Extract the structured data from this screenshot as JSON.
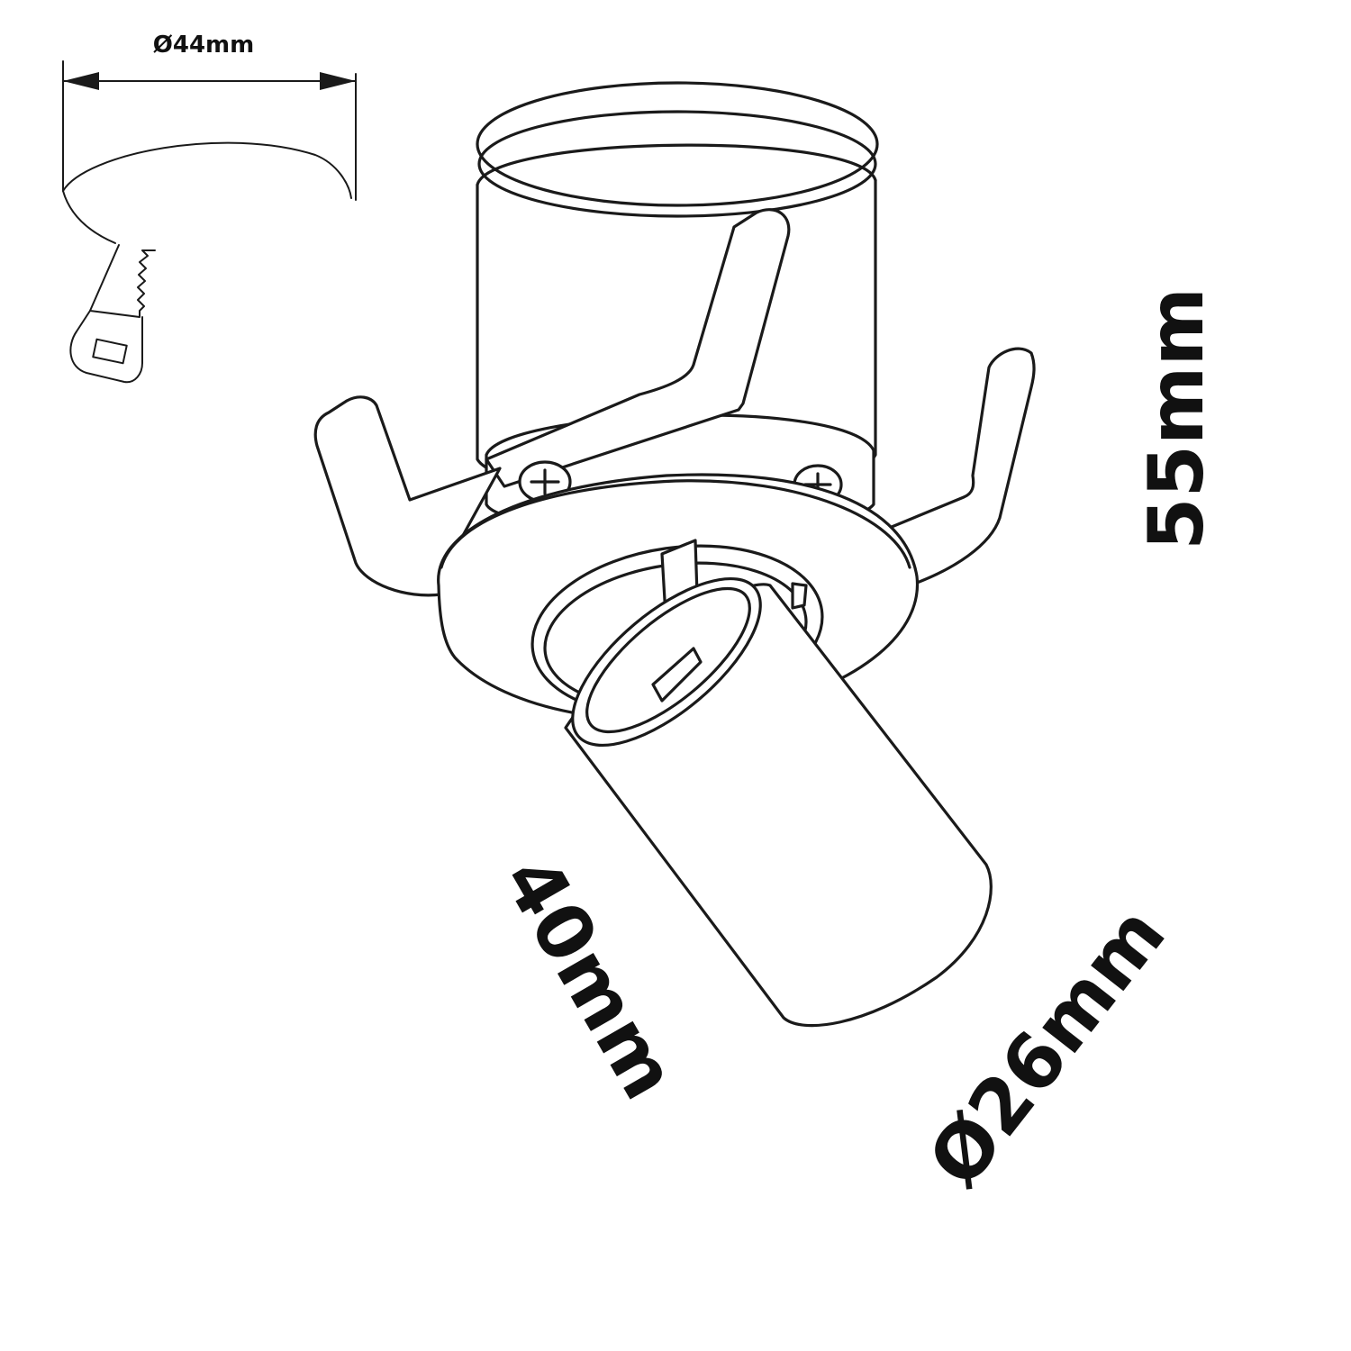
{
  "dimensions": {
    "cutout_diameter": "Ø44mm",
    "height": "55mm",
    "spot_length": "40mm",
    "spot_diameter": "Ø26mm"
  },
  "colors": {
    "line": "#1a1a1a",
    "background": "#ffffff"
  }
}
